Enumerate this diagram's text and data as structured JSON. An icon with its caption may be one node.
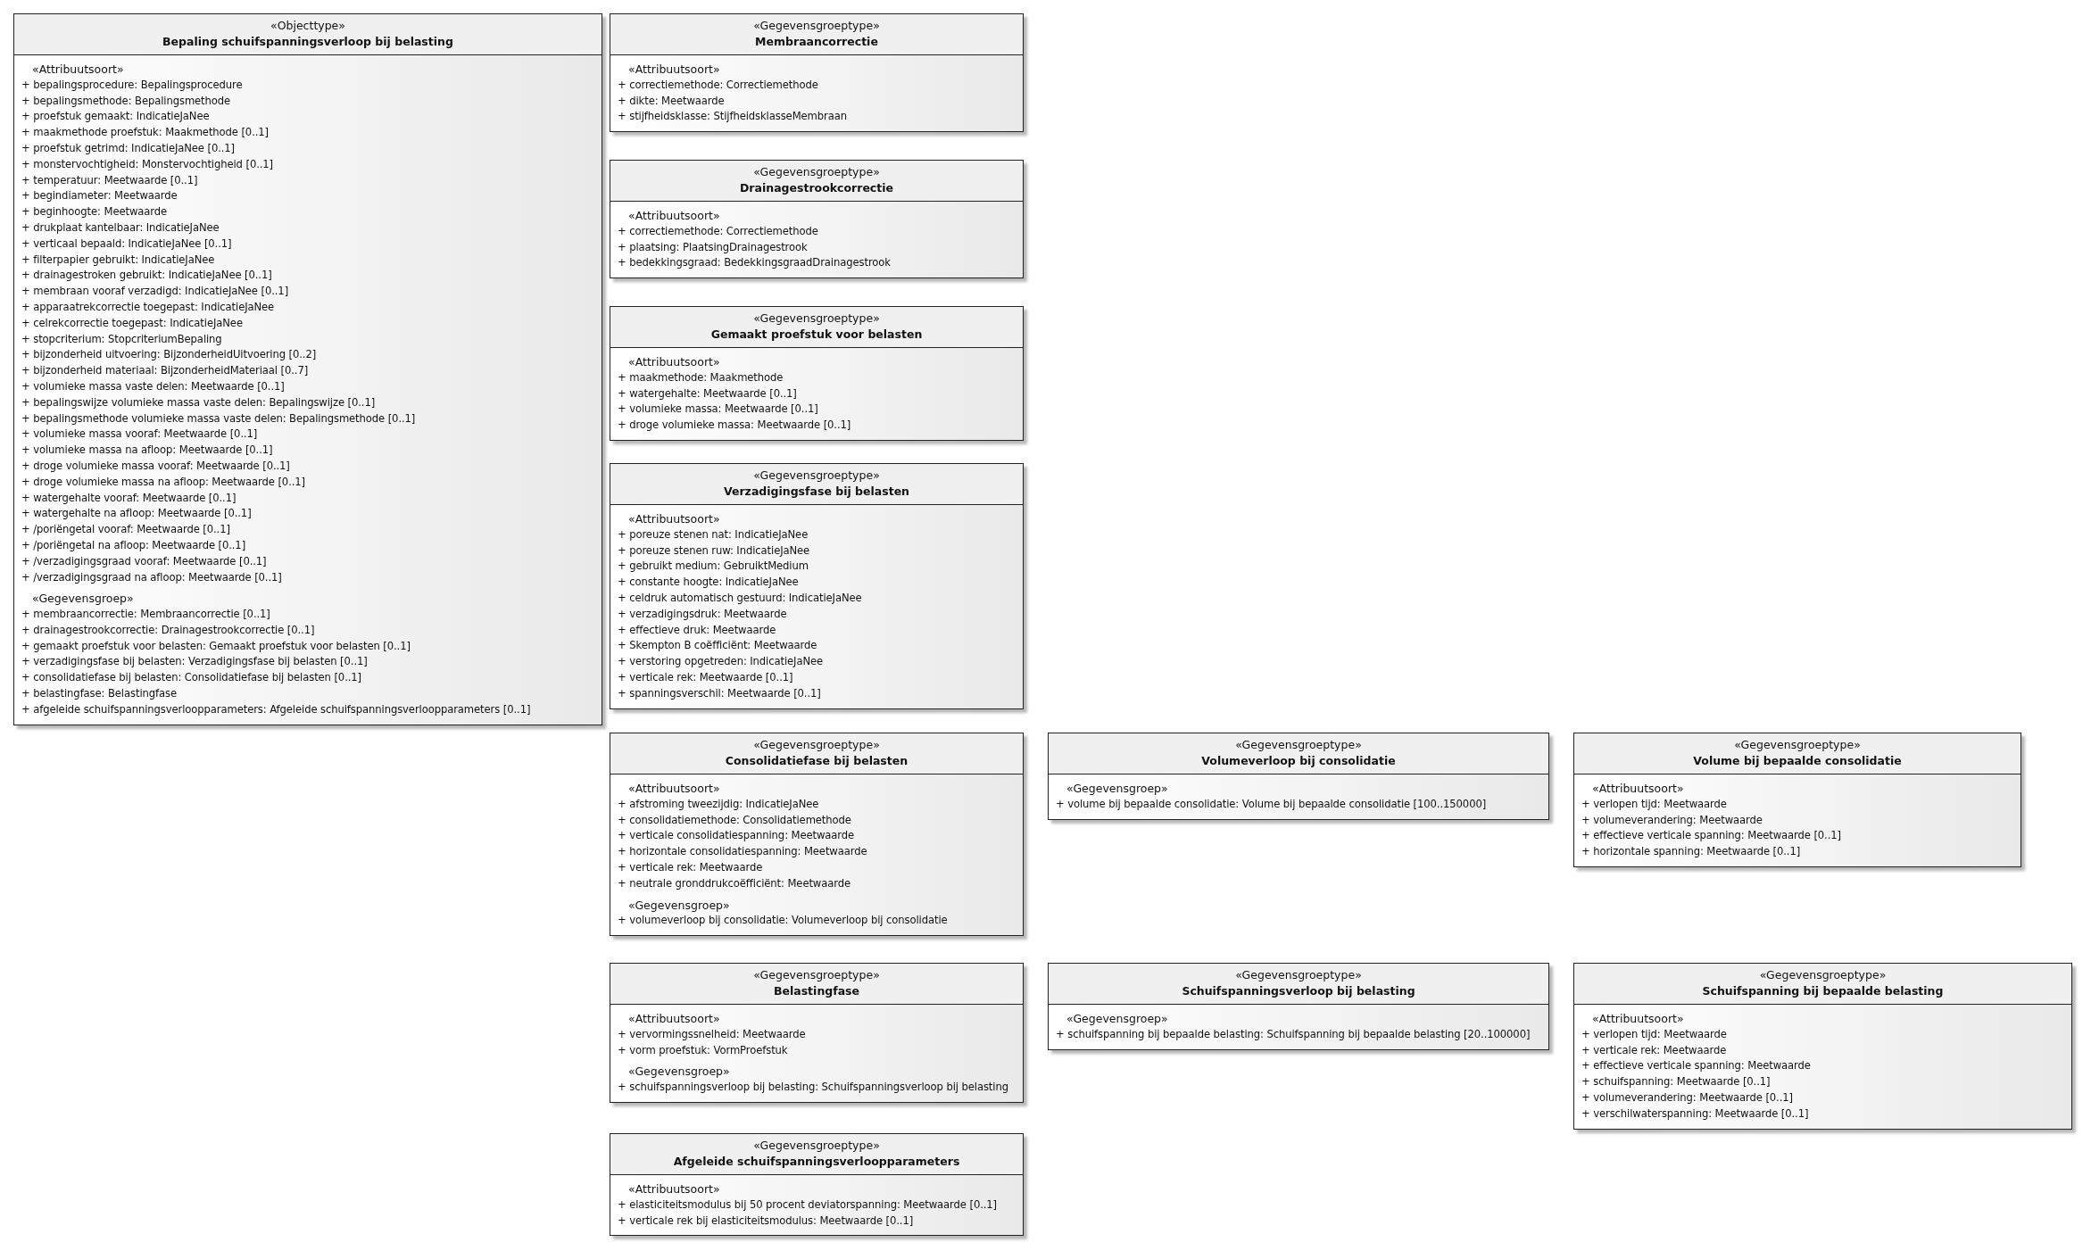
{
  "diagram": {
    "nodes": [
      {
        "text": [
          "«Objecttype»",
          "Bepaling schuifspanningsverloop bij belasting",
          "«Attribuutsoort»",
          "+ bepalingsprocedure: Bepalingsprocedure",
          "+ bepalingsmethode: Bepalingsmethode",
          "+ proefstuk gemaakt: IndicatieJaNee",
          "+ maakmethode proefstuk: Maakmethode [0..1]",
          "+ proefstuk getrimd: IndicatieJaNee [0..1]",
          "+ monstervochtigheid: Monstervochtigheid [0..1]",
          "+ temperatuur: Meetwaarde [0..1]",
          "+ begindiameter: Meetwaarde",
          "+ beginhoogte: Meetwaarde",
          "+ drukplaat kantelbaar: IndicatieJaNee",
          "+ verticaal bepaald: IndicatieJaNee [0..1]",
          "+ filterpapier gebruikt: IndicatieJaNee",
          "+ drainagestroken gebruikt: IndicatieJaNee [0..1]",
          "+ membraan vooraf verzadigd: IndicatieJaNee [0..1]",
          "+ apparaatrekcorrectie toegepast: IndicatieJaNee",
          "+ celrekcorrectie toegepast: IndicatieJaNee",
          "+ stopcriterium: StopcriteriumBepaling",
          "+ bijzonderheid uitvoering: BijzonderheidUitvoering [0..2]",
          "+ bijzonderheid materiaal: BijzonderheidMateriaal [0..7]",
          "+ volumieke massa vaste delen: Meetwaarde [0..1]",
          "+ bepalingswijze volumieke massa vaste delen: Bepalingswijze [0..1]",
          "+ bepalingsmethode volumieke massa vaste delen: Bepalingsmethode [0..1]",
          "+ volumieke massa vooraf: Meetwaarde [0..1]",
          "+ volumieke massa na afloop: Meetwaarde [0..1]",
          "+ droge volumieke massa vooraf: Meetwaarde [0..1]",
          "+ droge volumieke massa na afloop: Meetwaarde [0..1]",
          "+ watergehalte vooraf: Meetwaarde [0..1]",
          "+ watergehalte na afloop: Meetwaarde [0..1]",
          "+ /poriëngetal vooraf: Meetwaarde [0..1]",
          "+ /poriëngetal na afloop: Meetwaarde [0..1]",
          "+ /verzadigingsgraad vooraf: Meetwaarde [0..1]",
          "+ /verzadigingsgraad na afloop: Meetwaarde [0..1]",
          "«Gegevensgroep»",
          "+ membraancorrectie: Membraancorrectie [0..1]",
          "+ drainagestrookcorrectie: Drainagestrookcorrectie [0..1]",
          "+ gemaakt proefstuk voor belasten: Gemaakt proefstuk voor belasten [0..1]",
          "+ verzadigingsfase bij belasten: Verzadigingsfase bij belasten [0..1]",
          "+ consolidatiefase bij belasten: Consolidatiefase bij belasten [0..1]",
          "+ belastingfase: Belastingfase",
          "+ afgeleide schuifspanningsverloopparameters: Afgeleide schuifspanningsverloopparameters [0..1]"
        ]
      },
      {
        "text": [
          "«Gegevensgroeptype»",
          "Membraancorrectie",
          "«Attribuutsoort»",
          "+ correctiemethode: Correctiemethode",
          "+ dikte: Meetwaarde",
          "+ stijfheidsklasse: StijfheidsklasseMembraan"
        ]
      },
      {
        "text": [
          "«Gegevensgroeptype»",
          "Drainagestrookcorrectie",
          "«Attribuutsoort»",
          "+ correctiemethode: Correctiemethode",
          "+ plaatsing: PlaatsingDrainagestrook",
          "+ bedekkingsgraad: BedekkingsgraadDrainagestrook"
        ]
      },
      {
        "text": [
          "«Gegevensgroeptype»",
          "Gemaakt proefstuk voor belasten",
          "«Attribuutsoort»",
          "+ maakmethode: Maakmethode",
          "+ watergehalte: Meetwaarde [0..1]",
          "+ volumieke massa: Meetwaarde [0..1]",
          "+ droge volumieke massa: Meetwaarde [0..1]"
        ]
      },
      {
        "text": [
          "«Gegevensgroeptype»",
          "Verzadigingsfase bij belasten",
          "«Attribuutsoort»",
          "+ poreuze stenen nat: IndicatieJaNee",
          "+ poreuze stenen ruw: IndicatieJaNee",
          "+ gebruikt medium: GebruiktMedium",
          "+ constante hoogte: IndicatieJaNee",
          "+ celdruk automatisch gestuurd: IndicatieJaNee",
          "+ verzadigingsdruk: Meetwaarde",
          "+ effectieve druk: Meetwaarde",
          "+ Skempton B coëfficiënt: Meetwaarde",
          "+ verstoring opgetreden: IndicatieJaNee",
          "+ verticale rek: Meetwaarde [0..1]",
          "+ spanningsverschil: Meetwaarde [0..1]"
        ]
      },
      {
        "text": [
          "«Gegevensgroeptype»",
          "Consolidatiefase bij belasten",
          "«Attribuutsoort»",
          "+ afstroming tweezijdig: IndicatieJaNee",
          "+ consolidatiemethode: Consolidatiemethode",
          "+ verticale consolidatiespanning: Meetwaarde",
          "+ horizontale consolidatiespanning: Meetwaarde",
          "+ verticale rek: Meetwaarde",
          "+ neutrale gronddrukcoëfficiënt: Meetwaarde",
          "«Gegevensgroep»",
          "+ volumeverloop bij consolidatie: Volumeverloop bij consolidatie"
        ]
      },
      {
        "text": [
          "«Gegevensgroeptype»",
          "Volumeverloop bij consolidatie",
          "«Gegevensgroep»",
          "+ volume bij bepaalde consolidatie: Volume bij bepaalde consolidatie [100..150000]"
        ]
      },
      {
        "text": [
          "«Gegevensgroeptype»",
          "Volume bij bepaalde consolidatie",
          "«Attribuutsoort»",
          "+ verlopen tijd: Meetwaarde",
          "+ volumeverandering: Meetwaarde",
          "+ effectieve verticale spanning: Meetwaarde [0..1]",
          "+ horizontale spanning: Meetwaarde [0..1]"
        ]
      },
      {
        "text": [
          "«Gegevensgroeptype»",
          "Belastingfase",
          "«Attribuutsoort»",
          "+ vervormingssnelheid: Meetwaarde",
          "+ vorm proefstuk: VormProefstuk",
          "«Gegevensgroep»",
          "+ schuifspanningsverloop bij belasting: Schuifspanningsverloop bij belasting"
        ]
      },
      {
        "text": [
          "«Gegevensgroeptype»",
          "Schuifspanningsverloop bij belasting",
          "«Gegevensgroep»",
          "+ schuifspanning bij bepaalde belasting: Schuifspanning bij bepaalde belasting [20..100000]"
        ]
      },
      {
        "text": [
          "«Gegevensgroeptype»",
          "Schuifspanning bij bepaalde belasting",
          "«Attribuutsoort»",
          "+ verlopen tijd: Meetwaarde",
          "+ verticale rek: Meetwaarde",
          "+ effectieve verticale spanning: Meetwaarde",
          "+ schuifspanning: Meetwaarde [0..1]",
          "+ volumeverandering: Meetwaarde [0..1]",
          "+ verschilwaterspanning: Meetwaarde [0..1]"
        ]
      },
      {
        "text": [
          "«Gegevensgroeptype»",
          "Afgeleide schuifspanningsverloopparameters",
          "«Attribuutsoort»",
          "+ elasticiteitsmodulus bij 50 procent deviatorspanning: Meetwaarde [0..1]",
          "+ verticale rek bij elasticiteitsmodulus: Meetwaarde [0..1]"
        ]
      }
    ]
  }
}
